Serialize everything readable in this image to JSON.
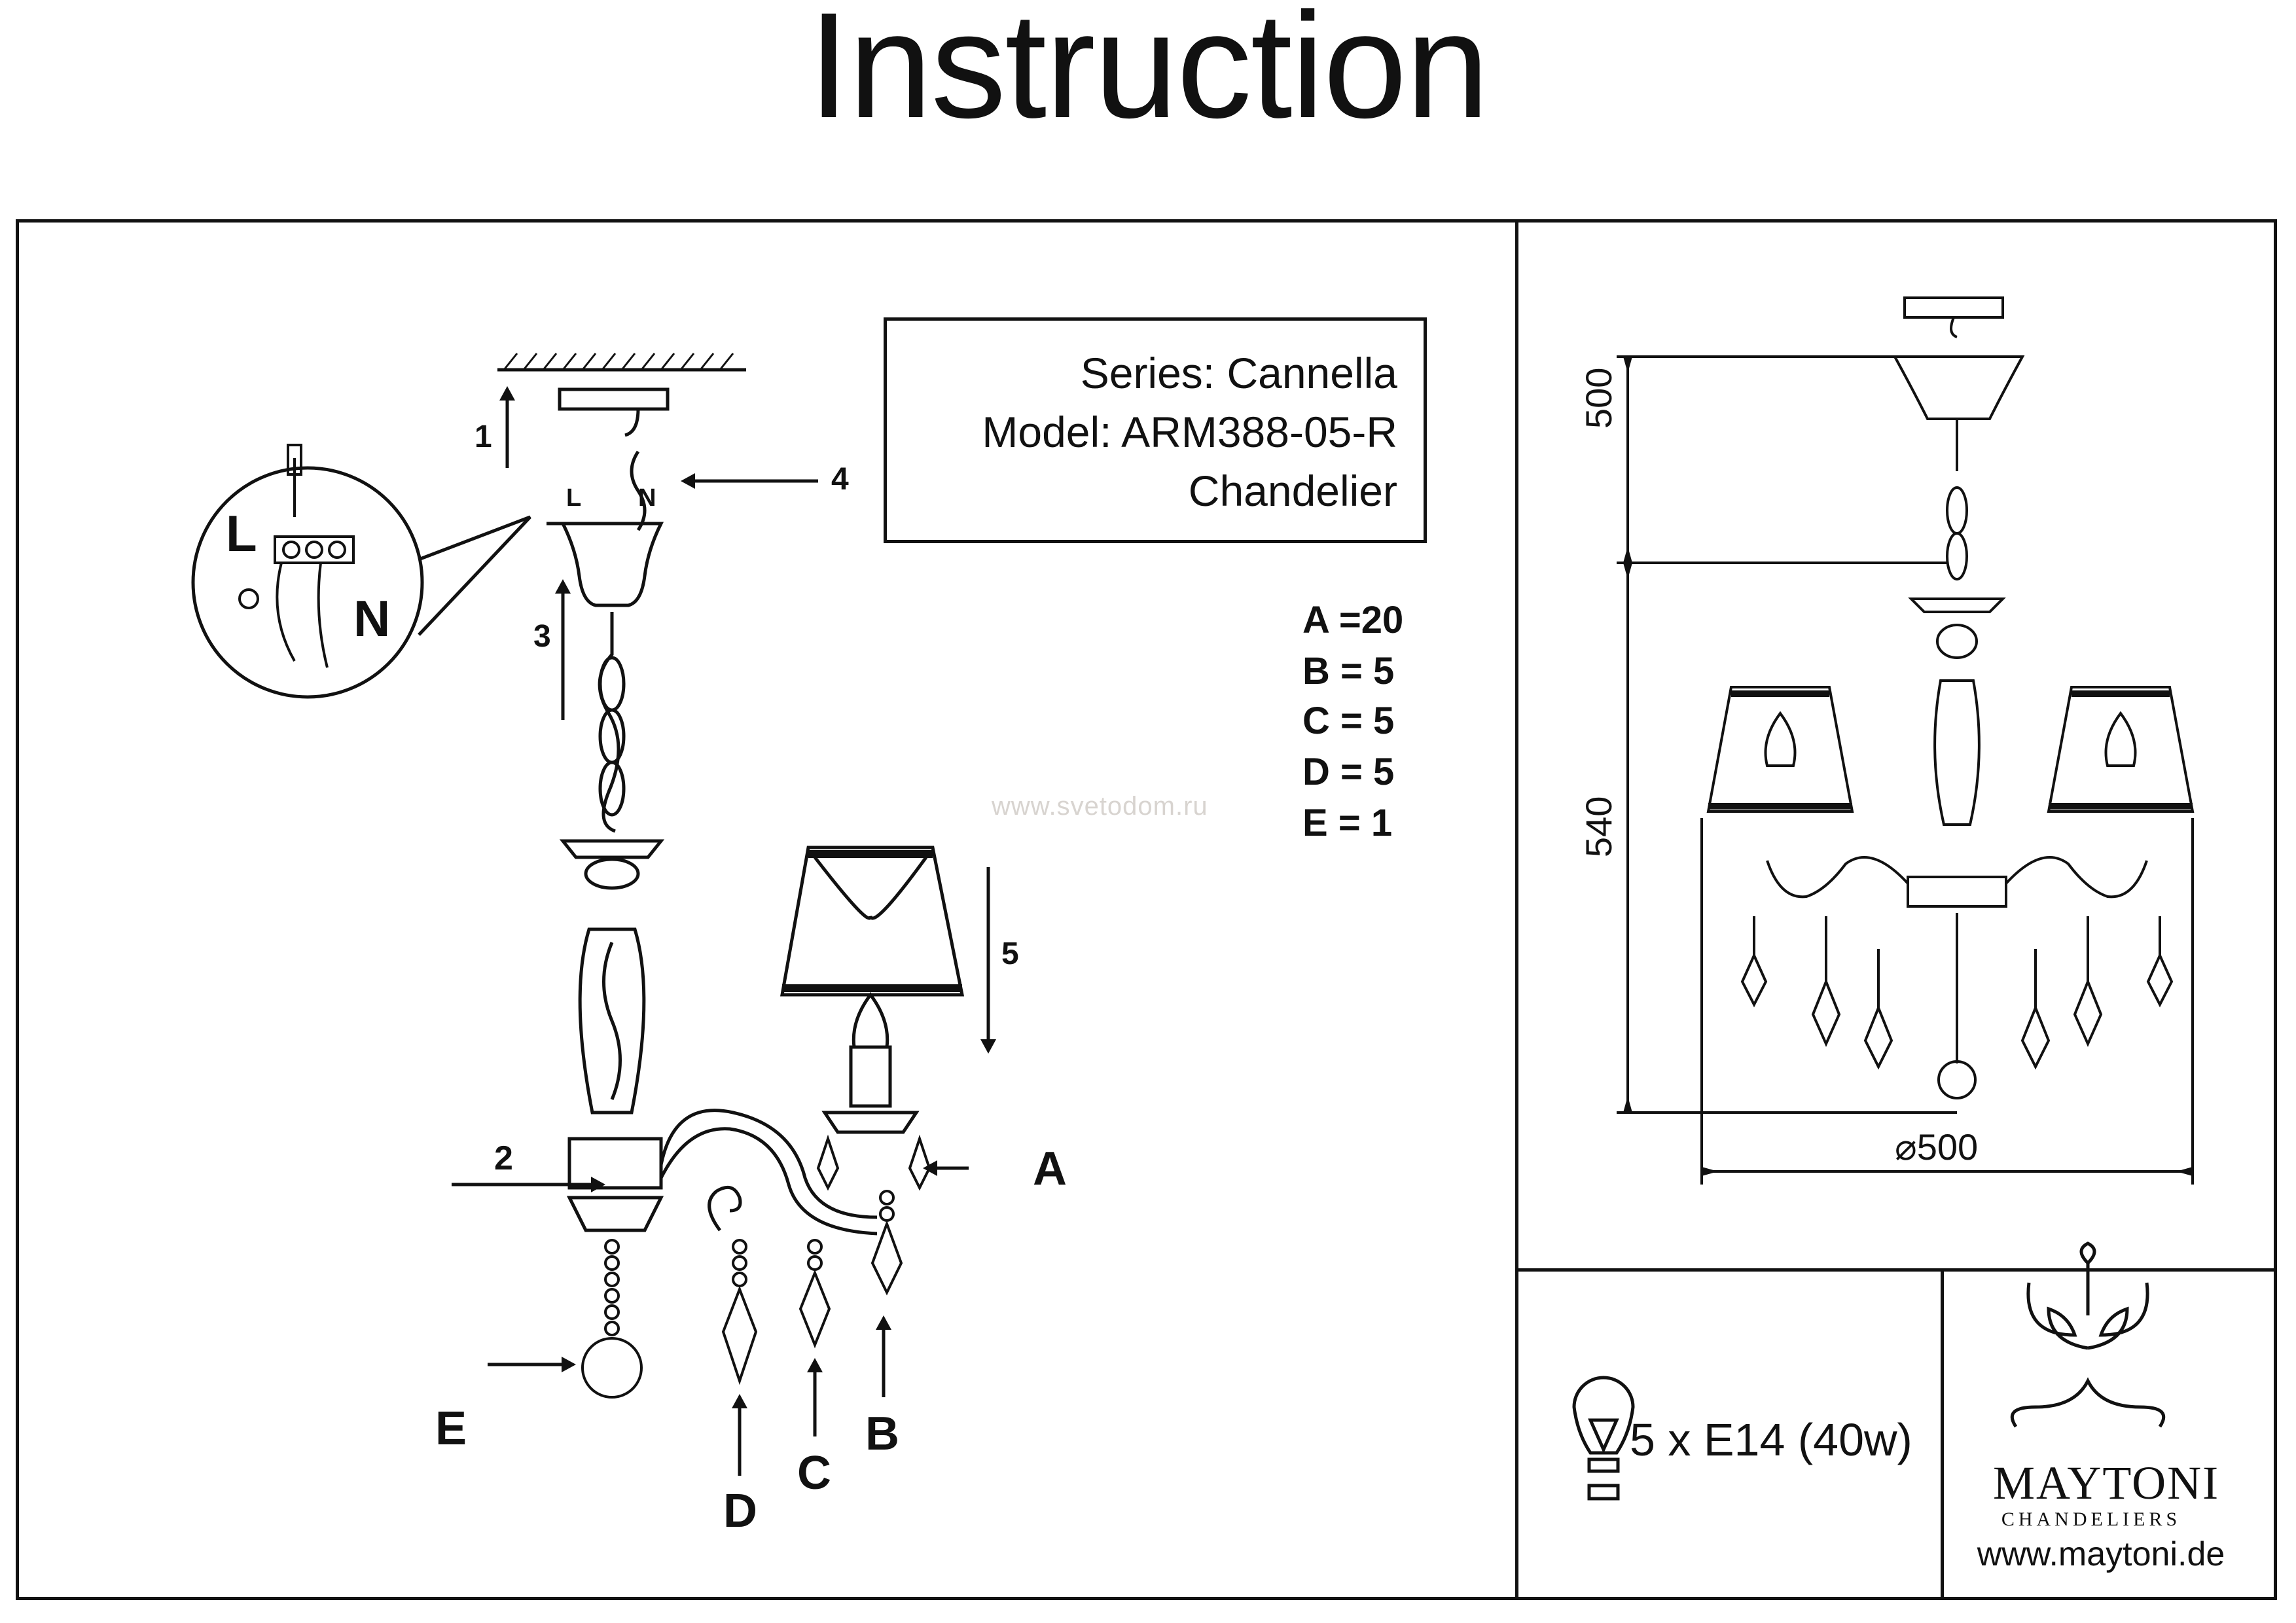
{
  "title": "Instruction",
  "product": {
    "series": "Series: Cannella",
    "model": "Model: ARM388-05-R",
    "type": "Chandelier"
  },
  "parts": [
    {
      "letter": "A",
      "eq": "=",
      "qty": "20"
    },
    {
      "letter": "B",
      "eq": "=",
      "qty": "5"
    },
    {
      "letter": "C",
      "eq": "=",
      "qty": "5"
    },
    {
      "letter": "D",
      "eq": "=",
      "qty": "5"
    },
    {
      "letter": "E",
      "eq": "=",
      "qty": "1"
    }
  ],
  "watermark": "www.svetodom.ru",
  "steps": {
    "s1": "1",
    "s2": "2",
    "s3": "3",
    "s4": "4",
    "s5": "5"
  },
  "wiring": {
    "live": "L",
    "neutral": "N",
    "live_big": "L",
    "neutral_big": "N"
  },
  "part_callouts": {
    "a": "A",
    "b": "B",
    "c": "C",
    "d": "D",
    "e": "E"
  },
  "dimensions": {
    "chain": "500",
    "height": "540",
    "diameter": "⌀500"
  },
  "bulb": "5 x E14 (40w)",
  "brand": {
    "name": "MAYTONI",
    "sub": "CHANDELIERS",
    "website": "www.maytoni.de"
  },
  "colors": {
    "ink": "#111111",
    "watermark": "#d8d4d0"
  }
}
